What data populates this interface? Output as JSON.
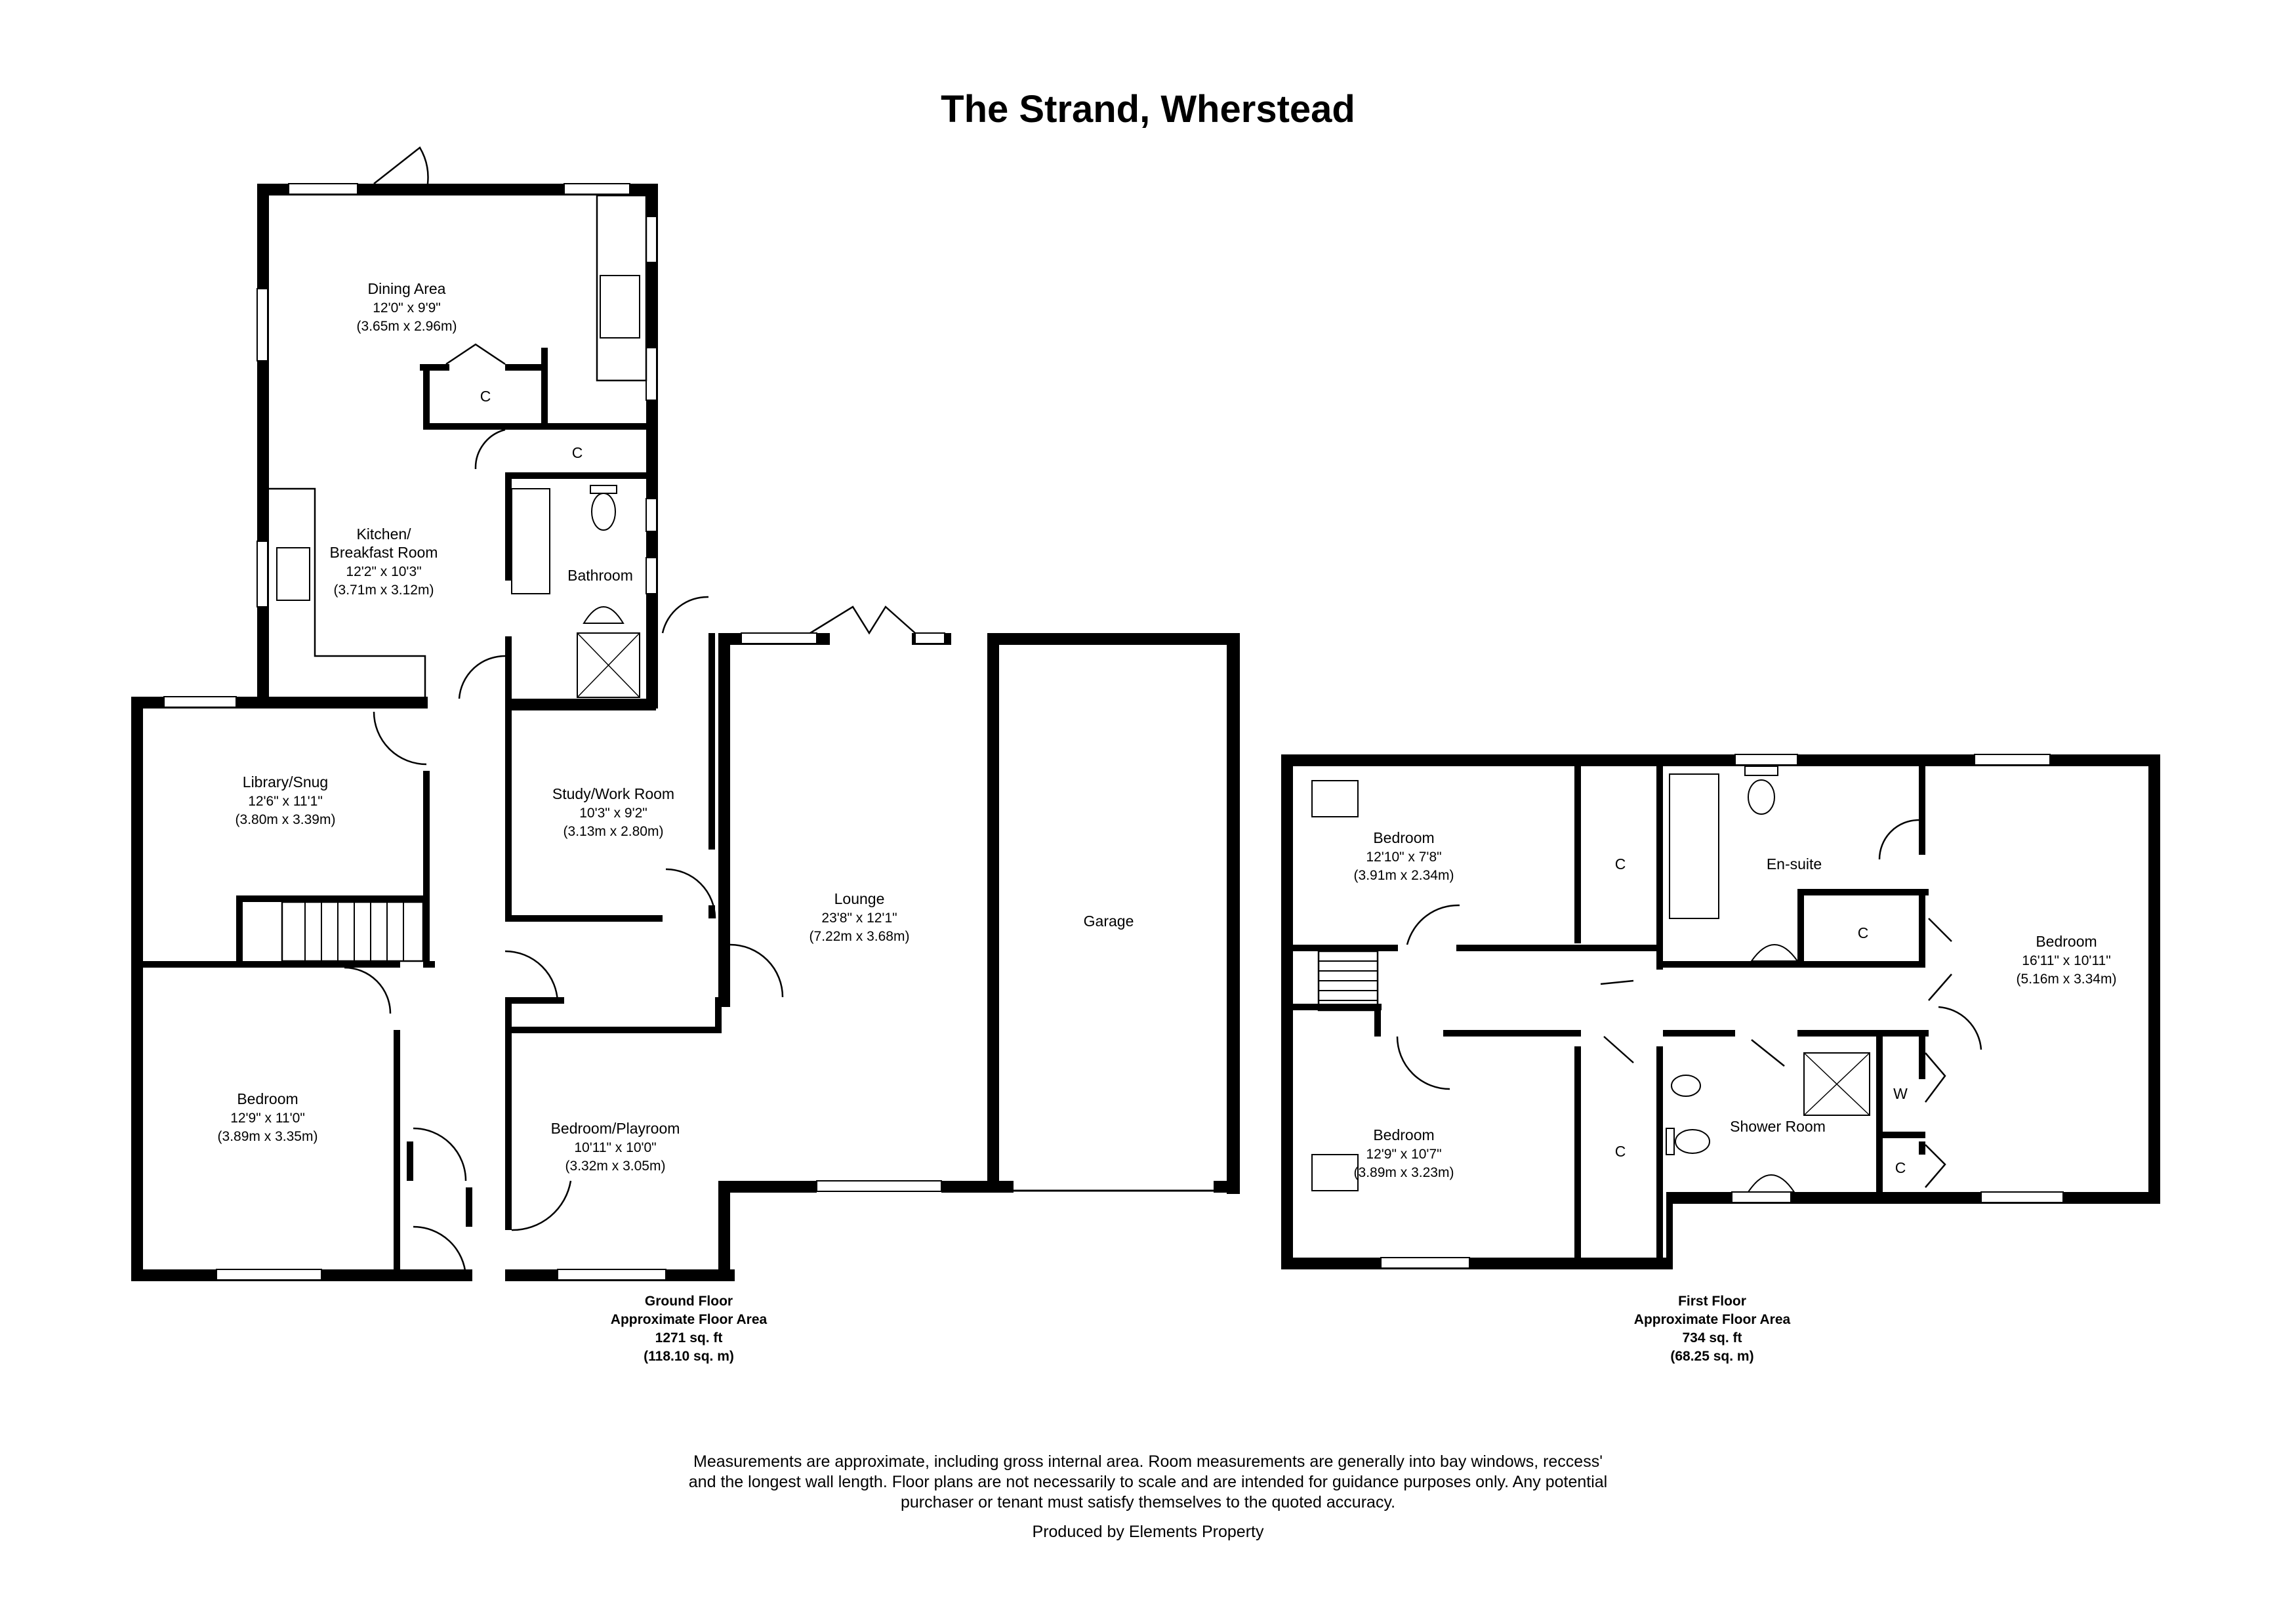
{
  "title": "The Strand, Wherstead",
  "ground_floor": {
    "rooms": [
      {
        "name": "Dining Area",
        "imperial": "12'0\" x 9'9\"",
        "metric": "(3.65m x 2.96m)"
      },
      {
        "name": "Kitchen/",
        "name2": "Breakfast Room",
        "imperial": "12'2\" x 10'3\"",
        "metric": "(3.71m x 3.12m)"
      },
      {
        "name": "Bathroom"
      },
      {
        "name": "Library/Snug",
        "imperial": "12'6\" x 11'1\"",
        "metric": "(3.80m x 3.39m)"
      },
      {
        "name": "Study/Work Room",
        "imperial": "10'3\" x 9'2\"",
        "metric": "(3.13m x 2.80m)"
      },
      {
        "name": "Lounge",
        "imperial": "23'8\" x 12'1\"",
        "metric": "(7.22m x 3.68m)"
      },
      {
        "name": "Garage"
      },
      {
        "name": "Bedroom",
        "imperial": "12'9\" x 11'0\"",
        "metric": "(3.89m x 3.35m)"
      },
      {
        "name": "Bedroom/Playroom",
        "imperial": "10'11\" x 10'0\"",
        "metric": "(3.32m x 3.05m)"
      }
    ],
    "cupboards": [
      "C",
      "C"
    ],
    "area": {
      "line1": "Ground Floor",
      "line2": "Approximate Floor Area",
      "line3": "1271 sq. ft",
      "line4": "(118.10 sq. m)"
    }
  },
  "first_floor": {
    "rooms": [
      {
        "name": "Bedroom",
        "imperial": "12'10\" x 7'8\"",
        "metric": "(3.91m x 2.34m)"
      },
      {
        "name": "En-suite"
      },
      {
        "name": "Bedroom",
        "imperial": "16'11\" x 10'11\"",
        "metric": "(5.16m x 3.34m)"
      },
      {
        "name": "Bedroom",
        "imperial": "12'9\" x 10'7\"",
        "metric": "(3.89m x 3.23m)"
      },
      {
        "name": "Shower Room"
      }
    ],
    "cupboards": [
      "C",
      "C",
      "C",
      "W",
      "C"
    ],
    "area": {
      "line1": "First Floor",
      "line2": "Approximate Floor Area",
      "line3": "734 sq. ft",
      "line4": "(68.25 sq. m)"
    }
  },
  "footer": {
    "line1": "Measurements are approximate, including gross internal area. Room measurements are generally into bay windows, reccess'",
    "line2": "and the longest wall length. Floor plans are not necessarily to scale and are intended for guidance purposes only. Any potential",
    "line3": "purchaser or tenant must satisfy themselves to the quoted accuracy.",
    "credit": "Produced by Elements Property"
  }
}
